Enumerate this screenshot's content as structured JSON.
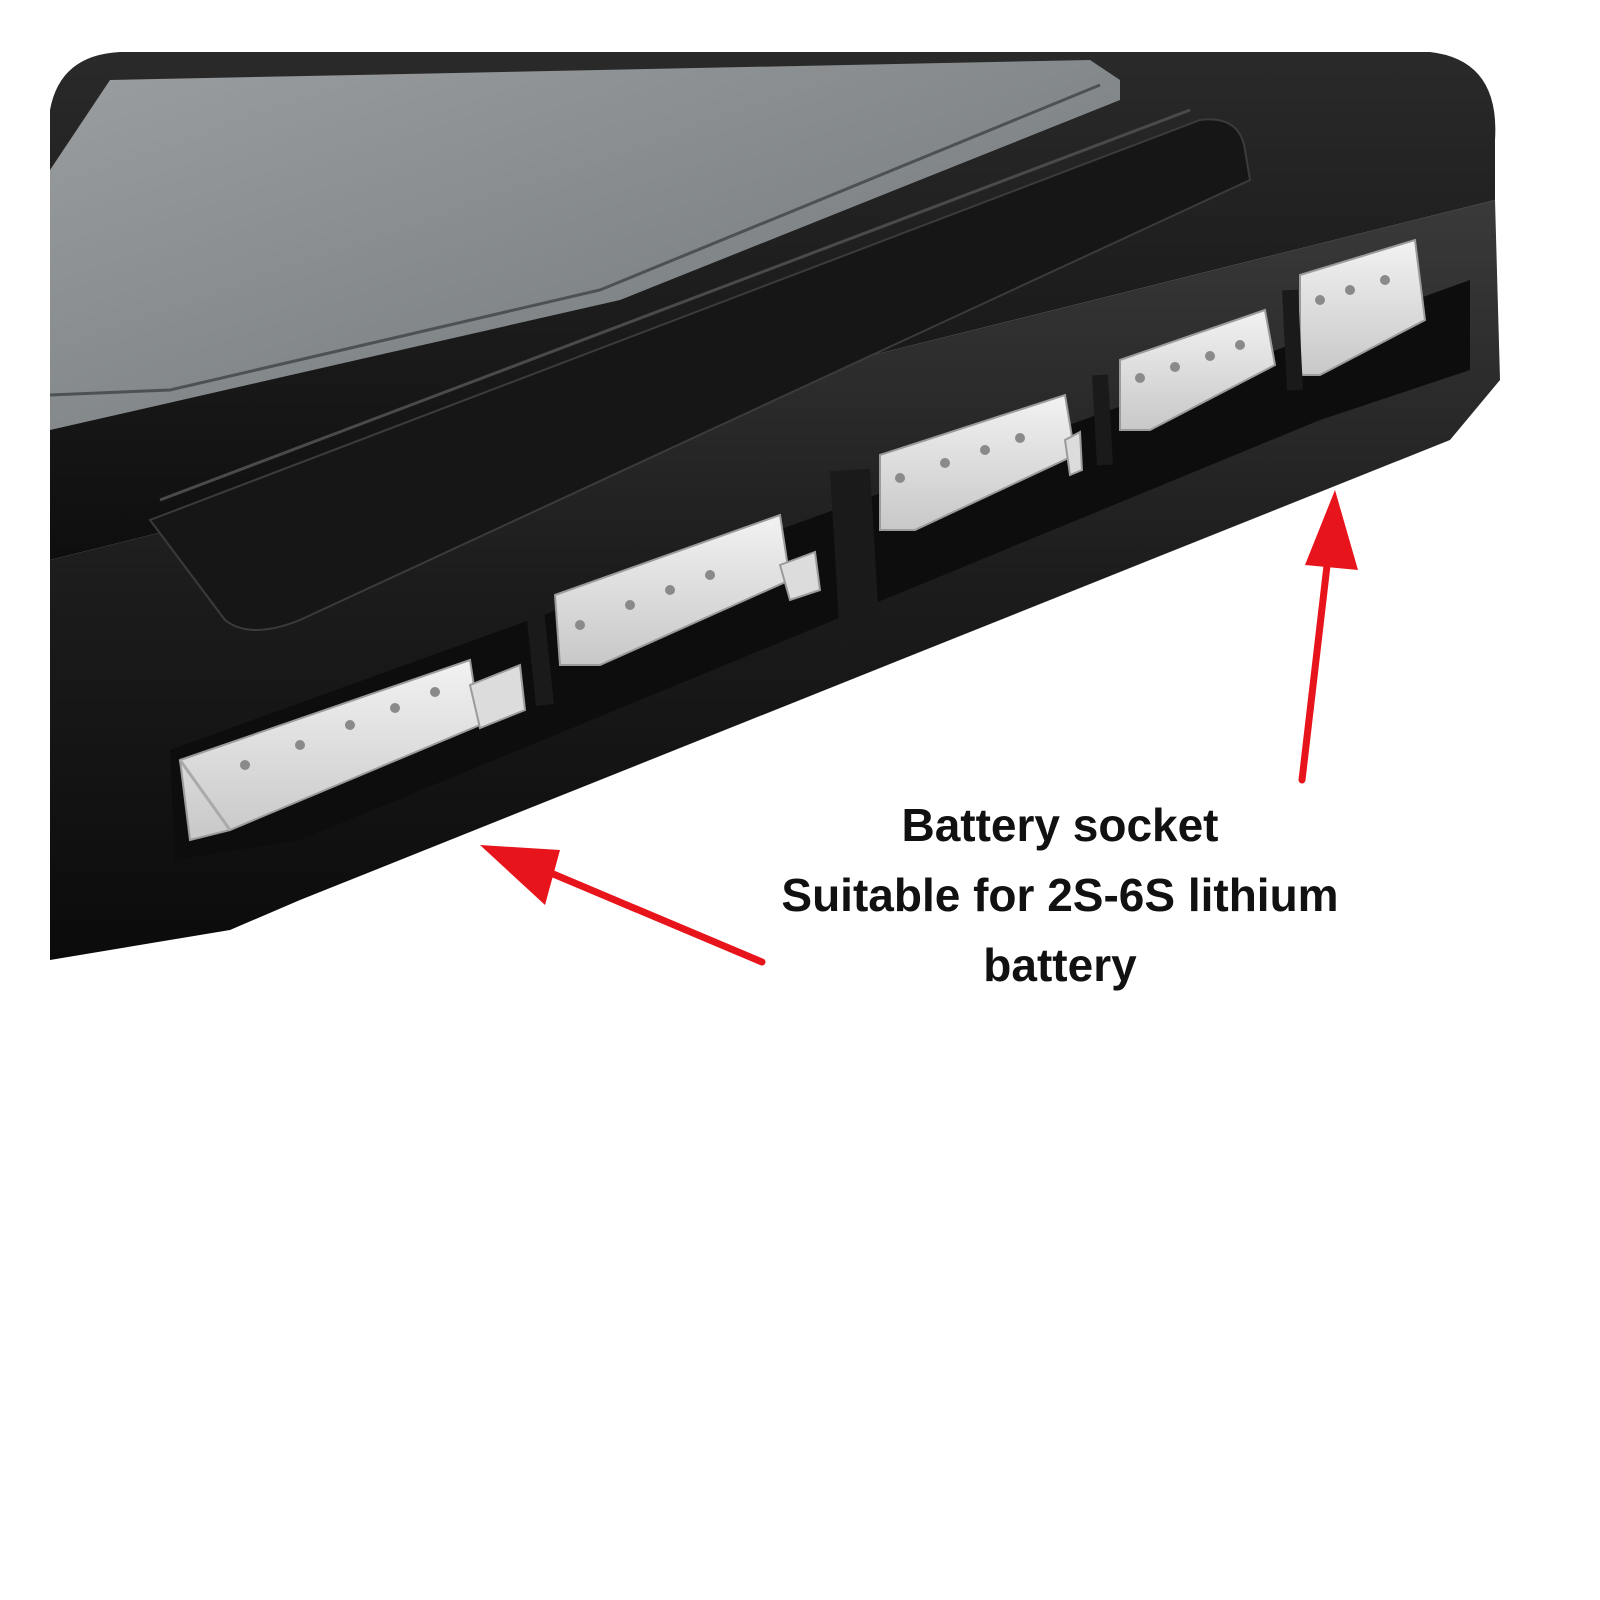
{
  "caption": {
    "line1": "Battery socket",
    "line2": "Suitable for 2S-6S lithium",
    "line3": "battery"
  },
  "colors": {
    "background": "#ffffff",
    "device_body": "#1a1a1a",
    "lcd_screen": "#7f8487",
    "connector": "#e3e3e3",
    "arrow": "#e8141b",
    "caption_text": "#111111"
  },
  "product": {
    "socket_count": 5
  }
}
